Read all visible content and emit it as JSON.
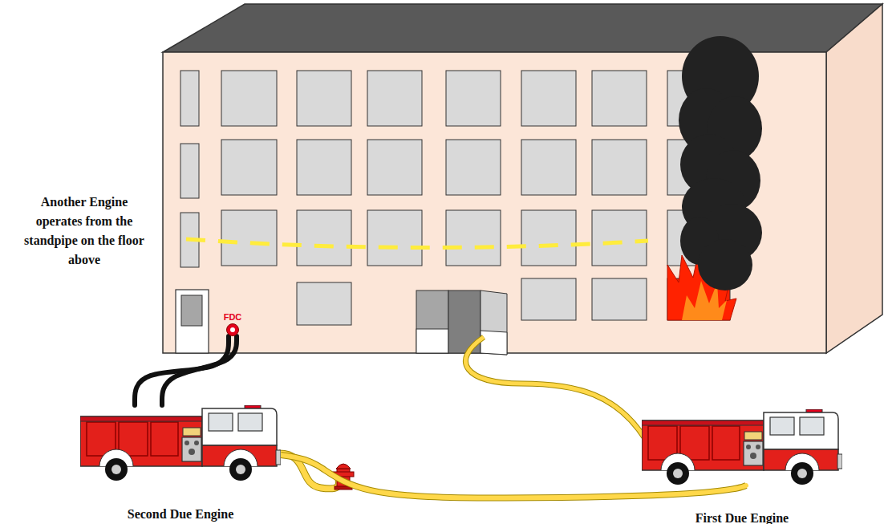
{
  "diagram": {
    "nodes": [
      {
        "text": [
          "FDC"
        ]
      },
      {
        "text": [
          "Second Due Engine"
        ]
      },
      {
        "text": [
          "First Due Engine"
        ]
      }
    ],
    "edges": [
      {
        "from": 1,
        "to": 0,
        "arrow": "none"
      },
      {
        "from": 1,
        "to": 0,
        "arrow": "none"
      },
      {
        "from": 1,
        "to": 2,
        "arrow": "none"
      }
    ],
    "labels": [
      "Another Engine operates from the standpipe on the floor above"
    ]
  }
}
